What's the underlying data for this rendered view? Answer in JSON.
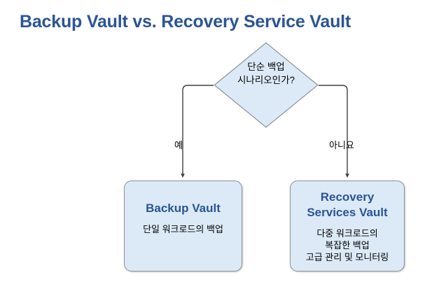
{
  "page": {
    "title": "Backup Vault vs. Recovery Service Vault"
  },
  "colors": {
    "title_blue": "#2b5496",
    "node_fill": "#dceaf7",
    "node_border": "#8d9096",
    "connector": "#404040",
    "text": "#000000"
  },
  "diagram": {
    "type": "flowchart",
    "decision": {
      "label_line1": "단순 백업",
      "label_line2": "시나리오인가?",
      "shape": "diamond"
    },
    "edges": [
      {
        "label": "예",
        "from": "decision",
        "to": "backup-vault",
        "side": "left"
      },
      {
        "label": "아니요",
        "from": "decision",
        "to": "recovery-services-vault",
        "side": "right"
      }
    ],
    "outcomes": [
      {
        "id": "backup-vault",
        "title_line1": "Backup Vault",
        "title_line2": "",
        "desc_line1": "단일 워크로드의 백업",
        "desc_line2": "",
        "desc_line3": ""
      },
      {
        "id": "recovery-services-vault",
        "title_line1": "Recovery",
        "title_line2": "Services Vault",
        "desc_line1": "다중 워크로드의",
        "desc_line2": "복잡한 백업",
        "desc_line3": "고급 관리 및 모니터링"
      }
    ]
  }
}
